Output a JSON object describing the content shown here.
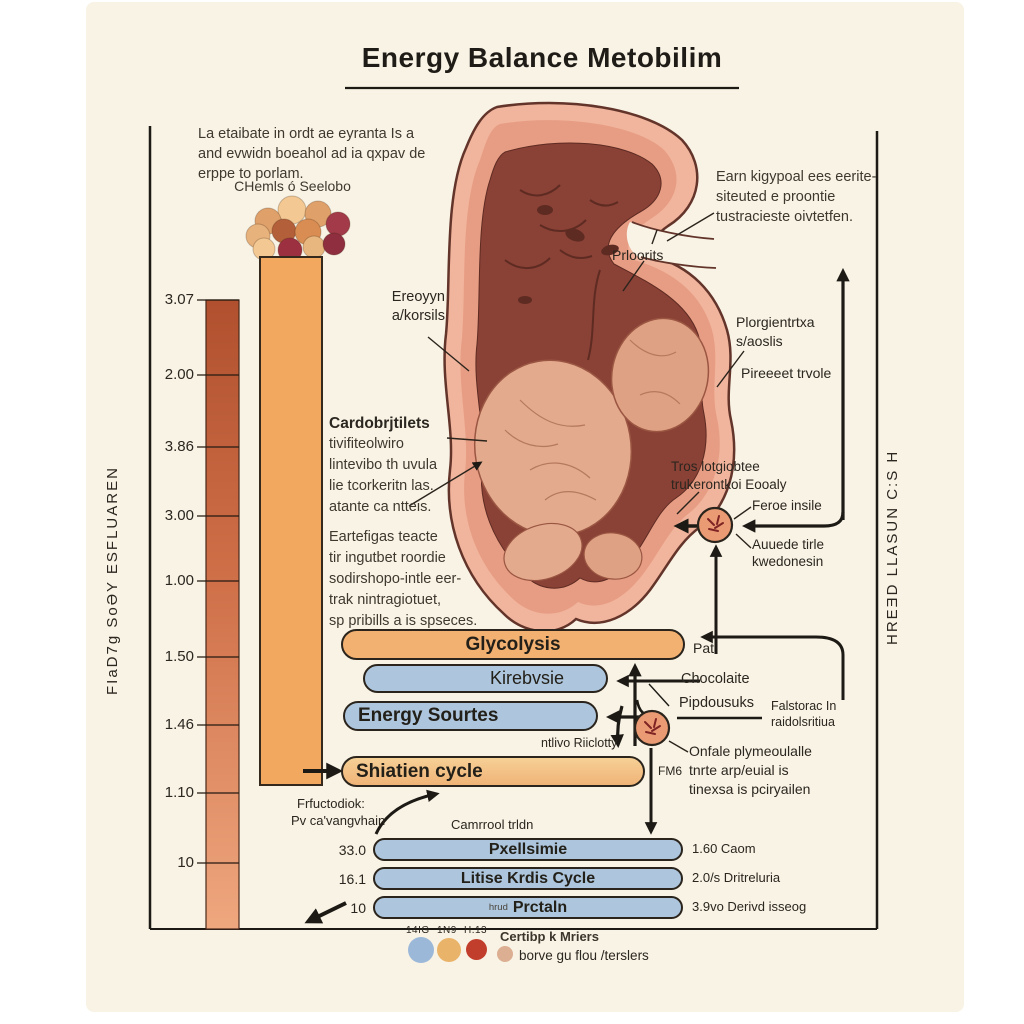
{
  "title": "Energy Balance Metobilim",
  "intro": [
    "La etaibate in ordt ae eyranta Is a",
    "and evwidn boeahol ad ia qxpav de",
    "erppe to porlam."
  ],
  "chem_label": "CHemls ó Seelobo",
  "side_labels": {
    "left": "FIaD7g SoƏY ESFLUAREN",
    "right": "HREƎD LLASUN C:S H"
  },
  "chart_data": {
    "type": "bar",
    "description": "vertical gradient scale bar at left, tick labels listed top to bottom",
    "tick_labels": [
      "3.07",
      "2.00",
      "3.86",
      "3.00",
      "1.00",
      "1.50",
      "1.46",
      "1.10",
      "10"
    ]
  },
  "organ": {
    "energy_label": [
      "Ereoyyn",
      "a/korsils"
    ],
    "proots_label": "Prloorits",
    "note_right": [
      "Earn kigypoal ees eerite-",
      "siteuted e proontie",
      "tustracieste oivtetfen."
    ],
    "piorg_label": [
      "Plorgientrtxa",
      "s/aoslis"
    ],
    "pireeet_label": "Pireeeet trvole",
    "tros_label": [
      "Tros lotgiobtee",
      "trukerontkoi Eooaly"
    ],
    "feroe_label": "Feroe insile",
    "auuede_label": [
      "Auuede tirle",
      "kwedonesin"
    ]
  },
  "notes": {
    "cardob_title": "Cardobrjtilets",
    "cardob": [
      "tivifiteolwiro",
      "lintevibo th uvula",
      "lie tcorkeritn las.",
      "atante ca ntteis."
    ],
    "eartefigas": [
      "Eartefigas teacte",
      "tir ingutbet roordie",
      "sodirshopo-intle eer-",
      "trak nintragiotuet,",
      "sp pribills a is spseces."
    ]
  },
  "pathway": {
    "glycolysis": "Glycolysis",
    "kirebvsie": "Kirebvsie",
    "energy_sources": "Energy Sourtes",
    "shatien": "Shiatien cycle",
    "pat": "Pat",
    "chocolaite": "Chocolaite",
    "pipdousuks": "Pipdousuks",
    "falstorac": [
      "Falstorac In",
      "raidolsritiua"
    ],
    "onfale": [
      "Onfale plymeoulalle",
      "tnrte arp/euial is",
      "tinexsa is pciryailen"
    ],
    "ntlivo": "ntlivo Riiclotty",
    "fm6": "FM6",
    "camrrool": "Camrrool trldn",
    "frfuctodiok": [
      "Frfuctodiok:",
      "Pv ca'vangvhain"
    ]
  },
  "bottom_rows": [
    {
      "left": "33.0",
      "label": "Pxellsimie",
      "right": "1.60 Caom"
    },
    {
      "left": "16.1",
      "label": "Litise Krdis Cycle",
      "right": "2.0/s Dritreluria"
    },
    {
      "left": "10",
      "label_prefix": "hrud",
      "label": "Prctaln",
      "right": "3.9vo Derivd isseog"
    }
  ],
  "legend": {
    "items": [
      {
        "label": "14IG",
        "color": "#9cb8d9"
      },
      {
        "label": "1N9",
        "color": "#e9b369"
      },
      {
        "label": "H.13",
        "color": "#c23e2c"
      }
    ],
    "title": "Certibp k Mriers",
    "note": "borve gu flou /terslers",
    "note_swatch_color": "#dcae92"
  },
  "colors": {
    "background": "#f8f3e5",
    "tall_bar_orange": "#f2a85f",
    "pill_orange": "#f2b071",
    "pill_blue": "#adc6dd",
    "scale_bar_top": "#b0502e",
    "scale_bar_bottom": "#efa77e",
    "outline": "#2a241c"
  }
}
